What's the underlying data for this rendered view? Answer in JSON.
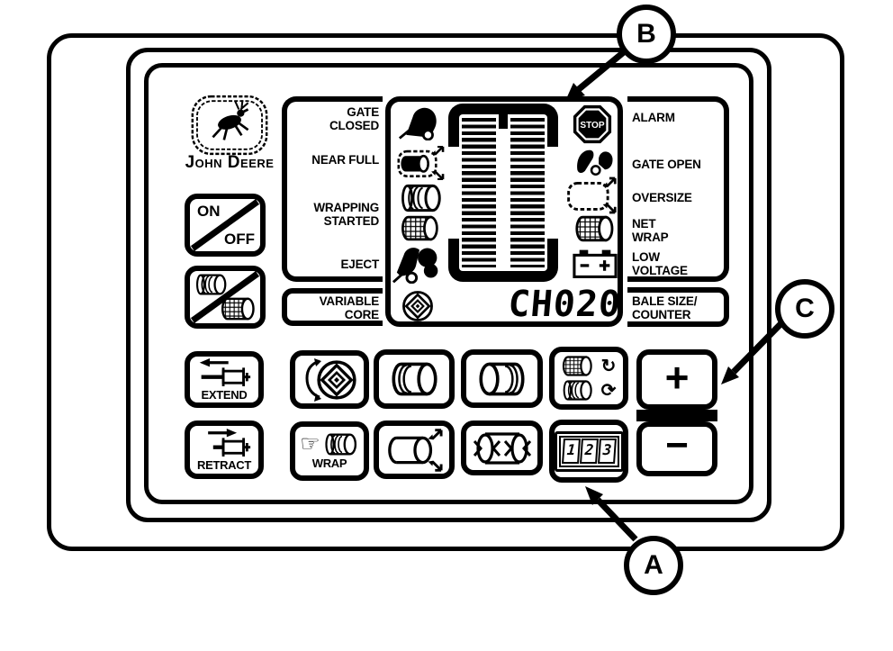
{
  "callouts": {
    "a": "A",
    "b": "B",
    "c": "C"
  },
  "brand": {
    "logo_text": "John Deere"
  },
  "power_button": {
    "on": "ON",
    "off": "OFF"
  },
  "left_panel": {
    "gate_closed": "GATE\nCLOSED",
    "near_full": "NEAR FULL",
    "wrapping_started": "WRAPPING\nSTARTED",
    "eject": "EJECT",
    "variable_core": "VARIABLE\nCORE"
  },
  "right_panel": {
    "alarm": "ALARM",
    "gate_open": "GATE OPEN",
    "oversize": "OVERSIZE",
    "net_wrap": "NET\nWRAP",
    "low_voltage": "LOW\nVOLTAGE",
    "bale_size_counter": "BALE SIZE/\nCOUNTER"
  },
  "display": {
    "readout": "CH020",
    "stop_text": "STOP"
  },
  "buttons": {
    "extend": "EXTEND",
    "retract": "RETRACT",
    "wrap": "WRAP",
    "plus": "+",
    "minus": "−",
    "counter_digits": [
      "1",
      "2",
      "3"
    ]
  },
  "icons": {
    "wrap_hand": "☞",
    "rotate_single": "↻",
    "rotate_multi": "⟳"
  }
}
